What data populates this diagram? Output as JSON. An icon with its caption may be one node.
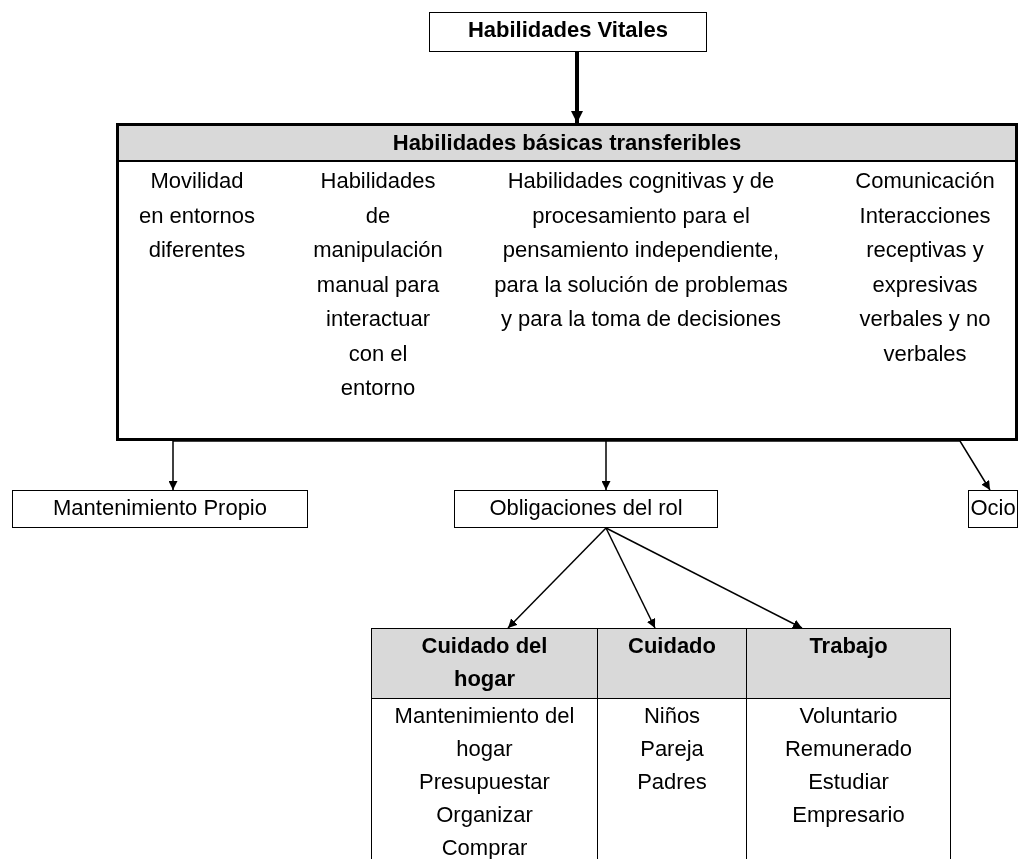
{
  "diagram": {
    "nodes": [
      {
        "text": [
          "Habilidades Vitales"
        ]
      },
      {
        "text": [
          "Habilidades básicas transferibles",
          "Movilidad en entornos diferentes",
          "Habilidades de manipulación manual para interactuar con el entorno",
          "Habilidades cognitivas y de procesamiento para el pensamiento independiente, para la solución de problemas y para la toma de decisiones",
          "Comunicación Interacciones receptivas y expresivas verbales y no verbales"
        ]
      },
      {
        "text": [
          "Mantenimiento Propio"
        ]
      },
      {
        "text": [
          "Obligaciones del rol"
        ]
      },
      {
        "text": [
          "Ocio"
        ]
      },
      {
        "text": [
          "Cuidado del hogar",
          "Mantenimiento del hogar",
          "Presupuestar",
          "Organizar",
          "Comprar"
        ]
      },
      {
        "text": [
          "Cuidado",
          "Niños",
          "Pareja",
          "Padres"
        ]
      },
      {
        "text": [
          "Trabajo",
          "Voluntario",
          "Remunerado",
          "Estudiar",
          "Empresario"
        ]
      }
    ],
    "edges": [
      {
        "from": 0,
        "to": 1,
        "arrow": "to",
        "style": "thick"
      },
      {
        "from": 1,
        "to": 2,
        "arrow": "to"
      },
      {
        "from": 1,
        "to": 3,
        "arrow": "to"
      },
      {
        "from": 1,
        "to": 4,
        "arrow": "to"
      },
      {
        "from": 3,
        "to": 5,
        "arrow": "to"
      },
      {
        "from": 3,
        "to": 6,
        "arrow": "to"
      },
      {
        "from": 3,
        "to": 7,
        "arrow": "to"
      }
    ]
  }
}
